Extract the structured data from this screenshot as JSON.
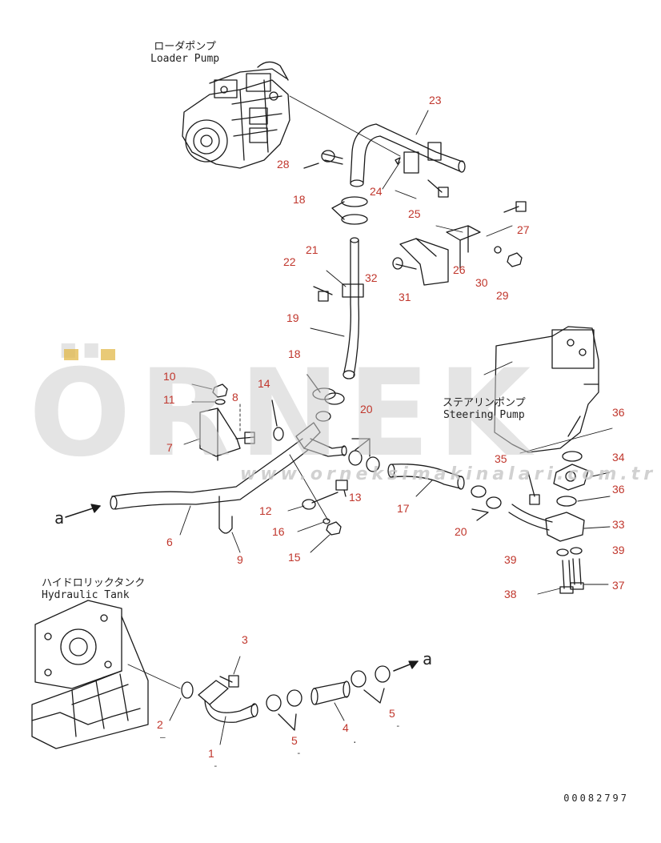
{
  "captions": {
    "loader_pump_jp": "ローダポンプ",
    "loader_pump_en": "Loader Pump",
    "steering_pump_jp": "ステアリンポンプ",
    "steering_pump_en": "Steering Pump",
    "hydraulic_tank_jp": "ハイドロリックタンク",
    "hydraulic_tank_en": "Hydraulic Tank"
  },
  "arrow_refs": {
    "left": "a",
    "right": "a"
  },
  "part_number": "00082797",
  "watermark": {
    "brand": "ÖRNEK",
    "url": "www.orneksimakinalari.com.tr"
  },
  "callouts": {
    "n1": "1",
    "n2": "2",
    "n3": "3",
    "n4": "4",
    "n5a": "5",
    "n5b": "5",
    "n6": "6",
    "n7": "7",
    "n8": "8",
    "n9": "9",
    "n10": "10",
    "n11": "11",
    "n12": "12",
    "n13": "13",
    "n14": "14",
    "n15": "15",
    "n16": "16",
    "n17": "17",
    "n18a": "18",
    "n18b": "18",
    "n19": "19",
    "n20a": "20",
    "n20b": "20",
    "n21": "21",
    "n22": "22",
    "n23": "23",
    "n24": "24",
    "n25": "25",
    "n26": "26",
    "n27": "27",
    "n28": "28",
    "n29": "29",
    "n30": "30",
    "n31": "31",
    "n32": "32",
    "n33": "33",
    "n34": "34",
    "n35": "35",
    "n36a": "36",
    "n36b": "36",
    "n37": "37",
    "n38": "38",
    "n39a": "39",
    "n39b": "39"
  },
  "colors": {
    "callout": "#c0362c",
    "line": "#1a1a1a",
    "watermark": "#cfcfcf",
    "umlaut": "#e2b84a"
  }
}
